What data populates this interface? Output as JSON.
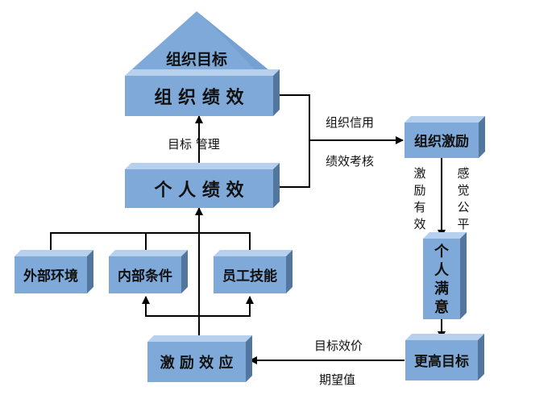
{
  "nodes": {
    "org_goal": "组织目标",
    "org_performance": "组 织 绩 效",
    "indiv_performance": "个 人 绩 效",
    "org_incentive": "组织激励",
    "indiv_satisfaction": "个人满意",
    "higher_goal": "更高目标",
    "incentive_effect": "激 励 效 应",
    "external_env": "外部环境",
    "internal_cond": "内部条件",
    "staff_skill": "员工技能"
  },
  "labels": {
    "goal_mgmt": "目标 管理",
    "org_credit": "组织信用",
    "perf_review": "绩效考核",
    "effective_incentive": "激励有效",
    "perceived_fairness": "感觉公平",
    "goal_valence": "目标效价",
    "expectancy": "期望值"
  },
  "colors": {
    "box_front": "#7ea9d9",
    "box_top": "#b6d0ee",
    "box_side": "#52779f",
    "arrow": "#000000"
  }
}
